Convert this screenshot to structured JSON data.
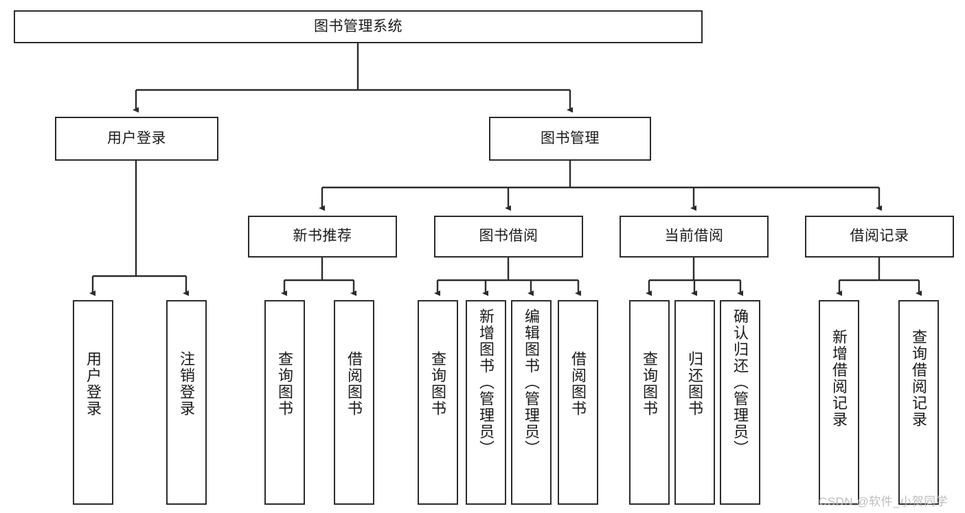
{
  "diagram": {
    "title": "图书管理系统",
    "type": "tree-structure-chart",
    "root": {
      "label": "图书管理系统"
    },
    "level2": [
      {
        "label": "用户登录"
      },
      {
        "label": "图书管理"
      }
    ],
    "level3": [
      {
        "label": "新书推荐"
      },
      {
        "label": "图书借阅"
      },
      {
        "label": "当前借阅"
      },
      {
        "label": "借阅记录"
      }
    ],
    "leaves": {
      "user_login": [
        {
          "label": "用户登录"
        },
        {
          "label": "注销登录"
        }
      ],
      "new_book_recommend": [
        {
          "label": "查询图书"
        },
        {
          "label": "借阅图书"
        }
      ],
      "book_borrow": [
        {
          "label": "查询图书"
        },
        {
          "label": "新增图书（管理员）"
        },
        {
          "label": "编辑图书（管理员）"
        },
        {
          "label": "借阅图书"
        }
      ],
      "current_borrow": [
        {
          "label": "查询图书"
        },
        {
          "label": "归还图书"
        },
        {
          "label": "确认归还（管理员）"
        }
      ],
      "borrow_record": [
        {
          "label": "新增借阅记录"
        },
        {
          "label": "查询借阅记录"
        }
      ]
    }
  },
  "watermark": {
    "text": "CSDN @软件_小贺同学"
  },
  "colors": {
    "stroke": "#2b2b2b",
    "background": "#ffffff",
    "text": "#1a1a1a",
    "watermark": "#bdbdbd"
  }
}
